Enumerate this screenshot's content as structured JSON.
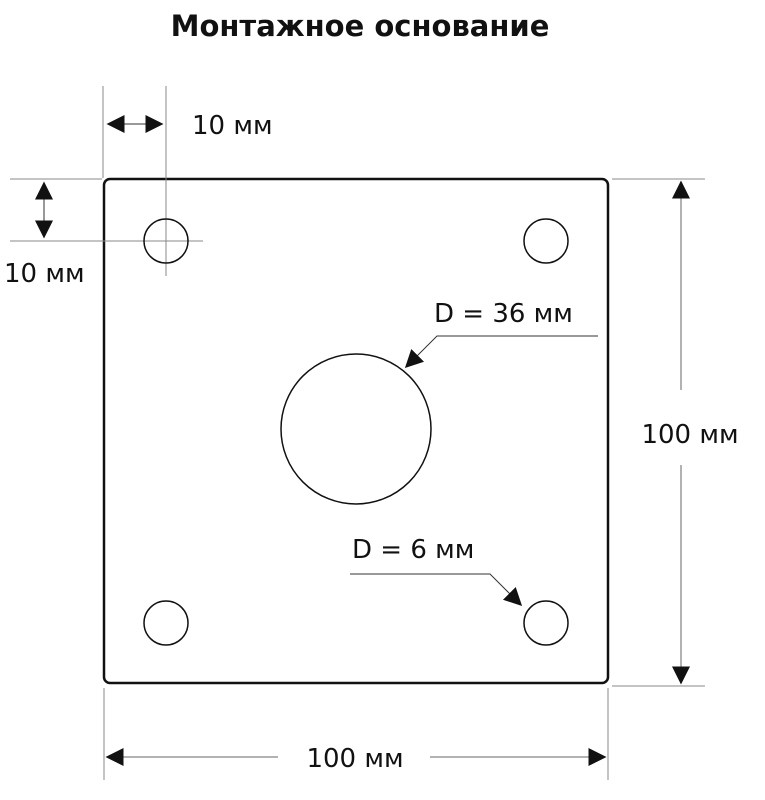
{
  "title": "Монтажное основание",
  "plate": {
    "width_label": "100 мм",
    "height_label": "100 мм",
    "corner_radius": "rounded"
  },
  "dimensions": {
    "hole_offset_x": "10 мм",
    "hole_offset_y": "10 мм",
    "plate_width": "100 мм",
    "plate_height": "100 мм"
  },
  "callouts": {
    "center_hole": "D = 36 мм",
    "mount_hole": "D = 6 мм"
  },
  "holes": [
    {
      "position": "top-left",
      "diameter_mm": 6
    },
    {
      "position": "top-right",
      "diameter_mm": 6
    },
    {
      "position": "bottom-left",
      "diameter_mm": 6
    },
    {
      "position": "bottom-right",
      "diameter_mm": 6
    },
    {
      "position": "center",
      "diameter_mm": 36
    }
  ],
  "colors": {
    "outline": "#111111",
    "dimension_line": "#888888",
    "background": "#ffffff"
  }
}
